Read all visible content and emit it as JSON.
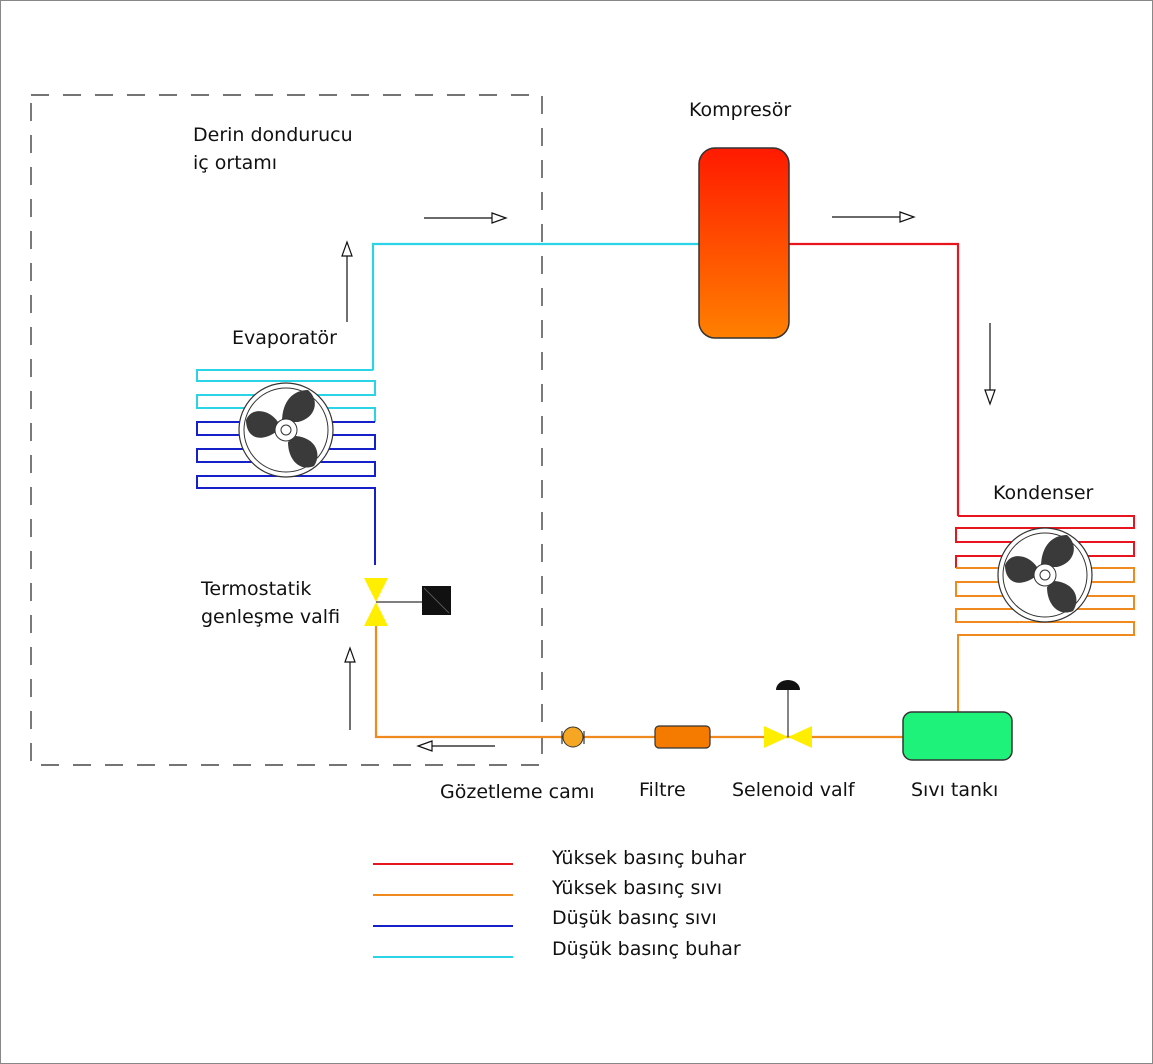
{
  "labels": {
    "inside": [
      "Derin dondurucu",
      "iç ortamı"
    ],
    "compressor": "Kompresör",
    "evaporator": "Evaporatör",
    "condenser": "Kondenser",
    "txv": [
      "Termostatik",
      "genleşme valfi"
    ],
    "sight_glass": "Gözetleme camı",
    "filter": "Filtre",
    "solenoid": "Selenoid valf",
    "receiver": "Sıvı tankı"
  },
  "legend": [
    {
      "label": "Yüksek basınç buhar",
      "color": "#e8141e"
    },
    {
      "label": "Yüksek basınç sıvı",
      "color": "#f08a1e"
    },
    {
      "label": "Düşük basınç sıvı",
      "color": "#1620c8"
    },
    {
      "label": "Düşük basınç buhar",
      "color": "#2ad3e6"
    }
  ],
  "colors": {
    "high_vapor": "#e8141e",
    "high_liquid": "#f08a1e",
    "low_liquid": "#1620c8",
    "low_vapor": "#2ad3e6",
    "valve": "#ffee00",
    "receiver": "#1ef27a",
    "filter": "#f57a00",
    "sight_glass": "#f5a623"
  }
}
